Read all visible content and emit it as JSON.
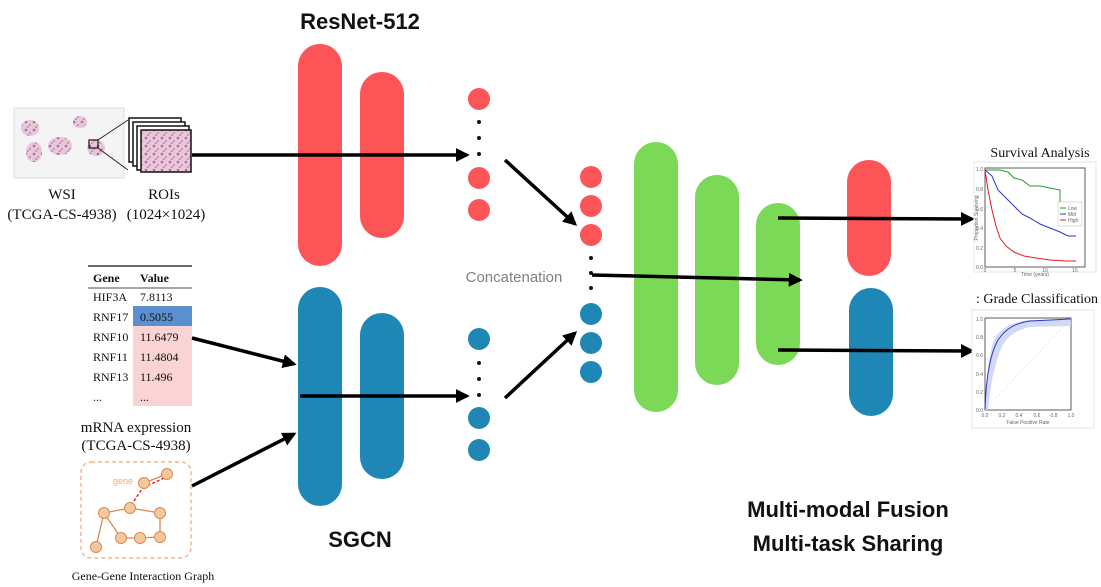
{
  "titles": {
    "resnet": "ResNet-512",
    "sgcn": "SGCN",
    "concatenation": "Concatenation",
    "fusion_line1": "Multi-modal Fusion",
    "fusion_line2": "Multi-task Sharing"
  },
  "wsi": {
    "label": "WSI",
    "sublabel": "(TCGA-CS-4938)",
    "rois_label": "ROIs",
    "rois_size": "(1024×1024)"
  },
  "mrna_table": {
    "headers": [
      "Gene",
      "Value"
    ],
    "rows": [
      {
        "gene": "HIF3A",
        "value": "7.8113"
      },
      {
        "gene": "RNF17",
        "value": "0.5055"
      },
      {
        "gene": "RNF10",
        "value": "11.6479"
      },
      {
        "gene": "RNF11",
        "value": "11.4804"
      },
      {
        "gene": "RNF13",
        "value": "11.496"
      },
      {
        "gene": "...",
        "value": "..."
      }
    ],
    "caption_line1": "mRNA expression",
    "caption_line2": "(TCGA-CS-4938)"
  },
  "graph": {
    "node_label": "gene",
    "caption": "Gene-Gene Interaction Graph"
  },
  "outputs": {
    "survival_title": "Survival Analysis",
    "survival_xlabel": "Time (years)",
    "survival_ylabel": "Proportion Surviving",
    "survival_legend": [
      "Low",
      "Mid",
      "High"
    ],
    "survival_yticks": [
      "1.0",
      "0.8",
      "0.6",
      "0.4",
      "0.2",
      "0.0"
    ],
    "survival_xticks": [
      "0",
      "5",
      "10",
      "15"
    ],
    "grade_title": ": Grade Classification",
    "grade_xlabel": "False Positive Rate",
    "grade_yticks": [
      "1.0",
      "0.8",
      "0.6",
      "0.4",
      "0.2",
      "0.0"
    ],
    "grade_xticks": [
      "0.0",
      "0.2",
      "0.4",
      "0.6",
      "0.8",
      "1.0"
    ]
  },
  "colors": {
    "red": "#fd5557",
    "blue": "#1f87b5",
    "green": "#7bd957",
    "highlight_blue": "#5b8fcf",
    "highlight_pink": "#fad4d4",
    "node_fill": "#f7c79e",
    "node_stroke": "#d98a52",
    "graph_border": "#f0a878"
  }
}
